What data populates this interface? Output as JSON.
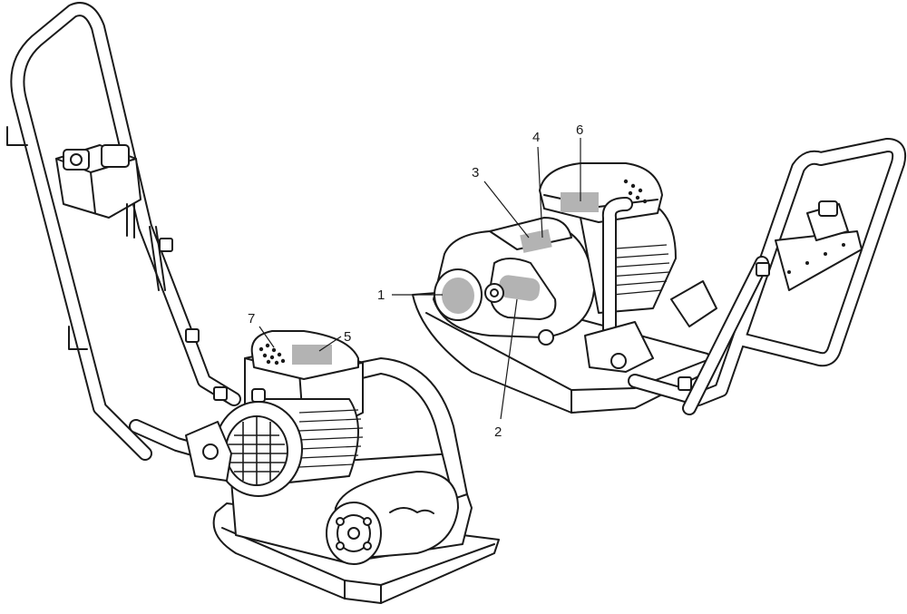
{
  "figure": {
    "callouts": [
      {
        "id": "1",
        "text": "1"
      },
      {
        "id": "2",
        "text": "2"
      },
      {
        "id": "3",
        "text": "3"
      },
      {
        "id": "4",
        "text": "4"
      },
      {
        "id": "5",
        "text": "5"
      },
      {
        "id": "6",
        "text": "6"
      },
      {
        "id": "7",
        "text": "7"
      }
    ],
    "colors": {
      "line": "#1a1a1a",
      "label_fill": "#b3b3b3",
      "background": "#ffffff"
    }
  }
}
